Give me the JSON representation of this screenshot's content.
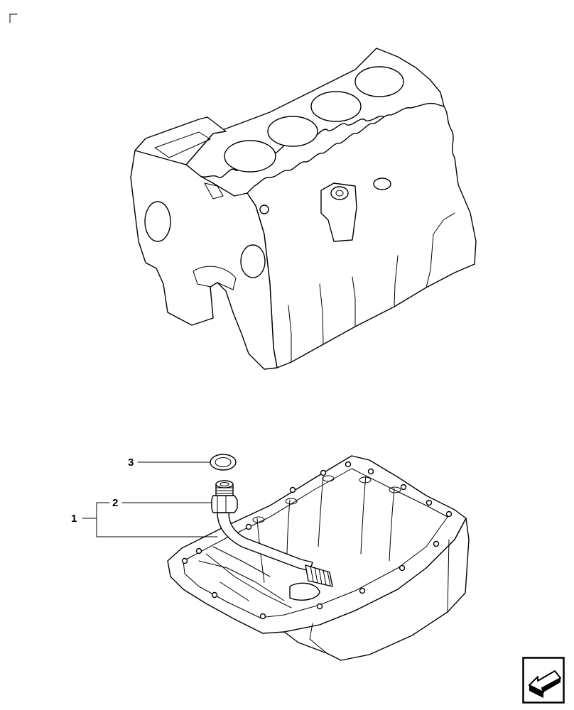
{
  "callouts": [
    {
      "id": "1",
      "label": "1"
    },
    {
      "id": "2",
      "label": "2"
    },
    {
      "id": "3",
      "label": "3"
    }
  ],
  "parts": {
    "engine_block": "engine-block",
    "oil_pan": "oil-pan",
    "suction_pipe": "oil-suction-pipe",
    "sealing_ring": "sealing-ring"
  },
  "nav": {
    "icon": "arrow-back-icon"
  },
  "colors": {
    "line": "#000000",
    "background": "#ffffff"
  }
}
